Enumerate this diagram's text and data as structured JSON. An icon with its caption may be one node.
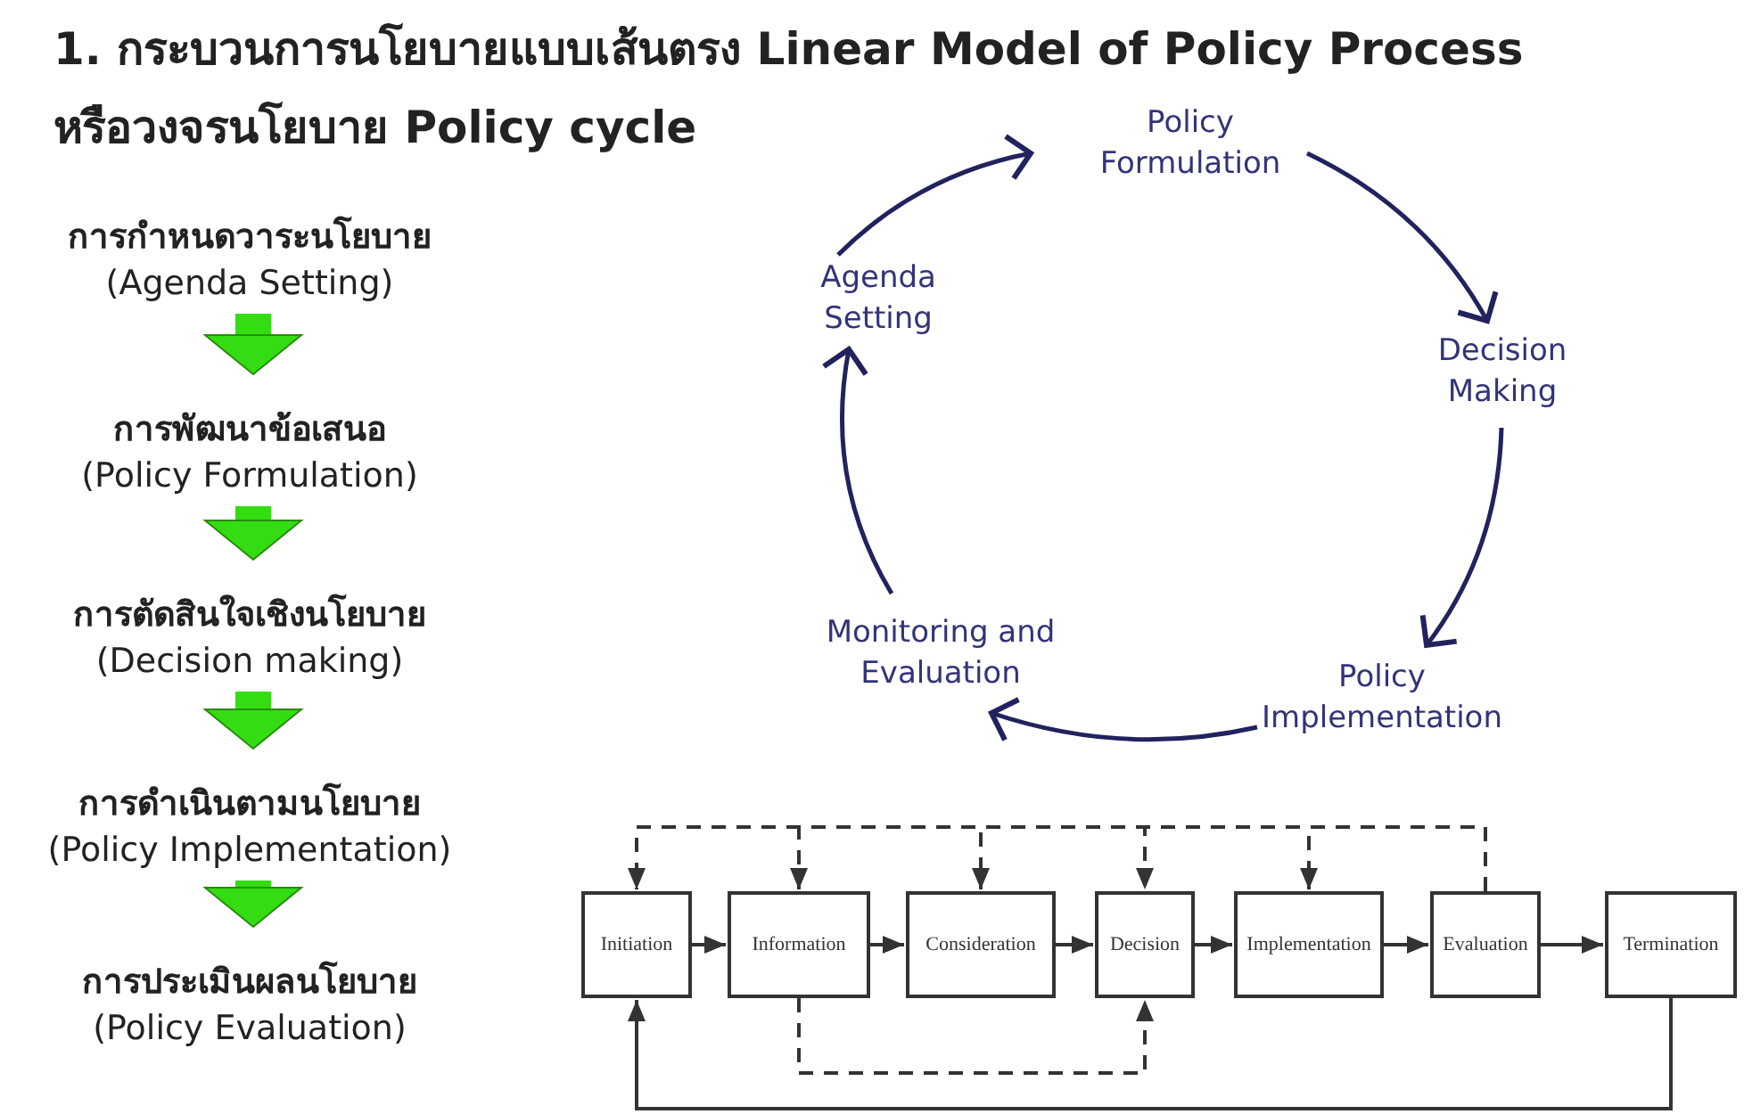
{
  "diagram": {
    "title": "1. กระบวนการนโยบายแบบเส้นตรง Linear Model of Policy Process หรือวงจรนโยบาย Policy cycle",
    "nodes": [
      {
        "text": [
          "การกำหนดวาระนโยบาย",
          "(Agenda Setting)"
        ]
      },
      {
        "text": [
          "การพัฒนาข้อเสนอ",
          "(Policy Formulation)"
        ]
      },
      {
        "text": [
          "การตัดสินใจเชิงนโยบาย",
          "(Decision making)"
        ]
      },
      {
        "text": [
          "การดำเนินตามนโยบาย",
          "(Policy Implementation)"
        ]
      },
      {
        "text": [
          "การประเมินผลนโยบาย",
          "(Policy Evaluation)"
        ]
      },
      {
        "text": [
          "Agenda Setting"
        ]
      },
      {
        "text": [
          "Policy Formulation"
        ]
      },
      {
        "text": [
          "Decision Making"
        ]
      },
      {
        "text": [
          "Policy Implementation"
        ]
      },
      {
        "text": [
          "Monitoring and Evaluation"
        ]
      },
      {
        "text": [
          "Initiation"
        ]
      },
      {
        "text": [
          "Information"
        ]
      },
      {
        "text": [
          "Consideration"
        ]
      },
      {
        "text": [
          "Decision"
        ]
      },
      {
        "text": [
          "Implementation"
        ]
      },
      {
        "text": [
          "Evaluation"
        ]
      },
      {
        "text": [
          "Termination"
        ]
      }
    ],
    "edges": [
      {
        "from": 0,
        "to": 1,
        "arrow": "to",
        "style": "thick",
        "color": "#33dd11"
      },
      {
        "from": 1,
        "to": 2,
        "arrow": "to",
        "style": "thick",
        "color": "#33dd11"
      },
      {
        "from": 2,
        "to": 3,
        "arrow": "to",
        "style": "thick",
        "color": "#33dd11"
      },
      {
        "from": 3,
        "to": 4,
        "arrow": "to",
        "style": "thick",
        "color": "#33dd11"
      },
      {
        "from": 5,
        "to": 6,
        "arrow": "to",
        "color": "#22225e"
      },
      {
        "from": 6,
        "to": 7,
        "arrow": "to",
        "color": "#22225e"
      },
      {
        "from": 7,
        "to": 8,
        "arrow": "to",
        "color": "#22225e"
      },
      {
        "from": 8,
        "to": 9,
        "arrow": "to",
        "color": "#22225e"
      },
      {
        "from": 9,
        "to": 5,
        "arrow": "to",
        "color": "#22225e"
      },
      {
        "from": 10,
        "to": 11,
        "arrow": "to"
      },
      {
        "from": 11,
        "to": 12,
        "arrow": "to"
      },
      {
        "from": 12,
        "to": 13,
        "arrow": "to"
      },
      {
        "from": 13,
        "to": 14,
        "arrow": "to"
      },
      {
        "from": 14,
        "to": 15,
        "arrow": "to"
      },
      {
        "from": 15,
        "to": 16,
        "arrow": "to"
      },
      {
        "from": 15,
        "to": 10,
        "arrow": "to",
        "style": "dashed"
      },
      {
        "from": 15,
        "to": 11,
        "arrow": "to",
        "style": "dashed"
      },
      {
        "from": 15,
        "to": 12,
        "arrow": "to",
        "style": "dashed"
      },
      {
        "from": 15,
        "to": 13,
        "arrow": "to",
        "style": "dashed"
      },
      {
        "from": 15,
        "to": 14,
        "arrow": "to",
        "style": "dashed"
      },
      {
        "from": 11,
        "to": 13,
        "arrow": "to",
        "style": "dashed"
      },
      {
        "from": 16,
        "to": 10,
        "arrow": "to"
      }
    ]
  }
}
